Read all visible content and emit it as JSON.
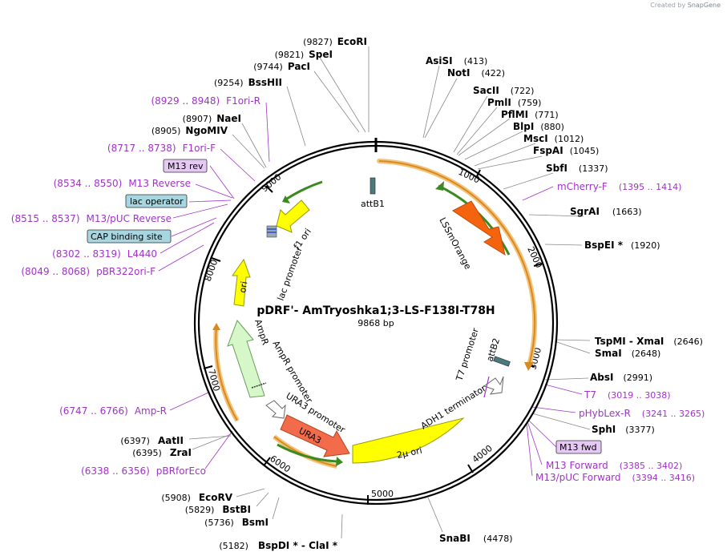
{
  "credit": {
    "prefix": "Created by",
    "brand": "SnapGene"
  },
  "plasmid": {
    "name": "pDRF'- AmTryoshka1;3-LS-F138I-T78H",
    "size": "9868 bp",
    "length": 9868
  },
  "ruler": [
    "1000",
    "2000",
    "3000",
    "4000",
    "5000",
    "6000",
    "7000",
    "8000",
    "9000"
  ],
  "enzymes": [
    {
      "name": "EcoRI",
      "pos": "(9827)"
    },
    {
      "name": "SpeI",
      "pos": "(9821)"
    },
    {
      "name": "PacI",
      "pos": "(9744)"
    },
    {
      "name": "BssHII",
      "pos": "(9254)"
    },
    {
      "name": "NaeI",
      "pos": "(8907)"
    },
    {
      "name": "NgoMIV",
      "pos": "(8905)"
    },
    {
      "name": "AsiSI",
      "pos": "(413)"
    },
    {
      "name": "NotI",
      "pos": "(422)"
    },
    {
      "name": "SacII",
      "pos": "(722)"
    },
    {
      "name": "PmlI",
      "pos": "(759)"
    },
    {
      "name": "PflMI",
      "pos": "(771)"
    },
    {
      "name": "BlpI",
      "pos": "(880)"
    },
    {
      "name": "MscI",
      "pos": "(1012)"
    },
    {
      "name": "FspAI",
      "pos": "(1045)"
    },
    {
      "name": "SbfI",
      "pos": "(1337)"
    },
    {
      "name": "SgrAI",
      "pos": "(1663)"
    },
    {
      "name": "BspEI *",
      "pos": "(1920)"
    },
    {
      "name": "TspMI  -  XmaI",
      "pos": "(2646)"
    },
    {
      "name": "SmaI",
      "pos": "(2648)"
    },
    {
      "name": "AbsI",
      "pos": "(2991)"
    },
    {
      "name": "SphI",
      "pos": "(3377)"
    },
    {
      "name": "SnaBI",
      "pos": "(4478)"
    },
    {
      "name": "BspDI *  -  ClaI *",
      "pos": "(5182)"
    },
    {
      "name": "BsmI",
      "pos": "(5736)"
    },
    {
      "name": "BstBI",
      "pos": "(5829)"
    },
    {
      "name": "EcoRV",
      "pos": "(5908)"
    },
    {
      "name": "ZraI",
      "pos": "(6395)"
    },
    {
      "name": "AatII",
      "pos": "(6397)"
    }
  ],
  "primers": [
    {
      "name": "F1ori-R",
      "range": "(8929 .. 8948)"
    },
    {
      "name": "F1ori-F",
      "range": "(8717 .. 8738)"
    },
    {
      "name": "M13 Reverse",
      "range": "(8534 .. 8550)"
    },
    {
      "name": "M13/pUC Reverse",
      "range": "(8515 .. 8537)"
    },
    {
      "name": "L4440",
      "range": "(8302 .. 8319)"
    },
    {
      "name": "pBR322ori-F",
      "range": "(8049 .. 8068)"
    },
    {
      "name": "mCherry-F",
      "range": "(1395 .. 1414)"
    },
    {
      "name": "T7",
      "range": "(3019 .. 3038)"
    },
    {
      "name": "pHybLex-R",
      "range": "(3241 .. 3265)"
    },
    {
      "name": "M13 Forward",
      "range": "(3385 .. 3402)"
    },
    {
      "name": "M13/pUC Forward",
      "range": "(3394 .. 3416)"
    },
    {
      "name": "Amp-R",
      "range": "(6747 .. 6766)"
    },
    {
      "name": "pBRforEco",
      "range": "(6338 .. 6356)"
    }
  ],
  "boxes": {
    "m13rev": "M13 rev",
    "lacop": "lac operator",
    "cap": "CAP binding site",
    "m13fwd": "M13 fwd"
  },
  "features": {
    "attB1": "attB1",
    "attB2": "attB2",
    "lssm": "LSSmOrange",
    "f1ori": "f1 ori",
    "lacprom": "lac promoter",
    "ori": "ori",
    "ampr": "AmpR",
    "amprprom": "AmpR promoter",
    "ura3prom": "URA3 promoter",
    "ura3": "URA3",
    "t7prom": "T7 promoter",
    "adh1": "ADH1 terminator",
    "twomu": "2μ ori"
  },
  "colors": {
    "enzyme": "#000000",
    "primer": "#a033c9",
    "orange": "#f26b0f",
    "yellow": "#ffff00",
    "green": "#3a8a20",
    "ampr": "#d6f7c8",
    "origin": "#e8a640"
  }
}
